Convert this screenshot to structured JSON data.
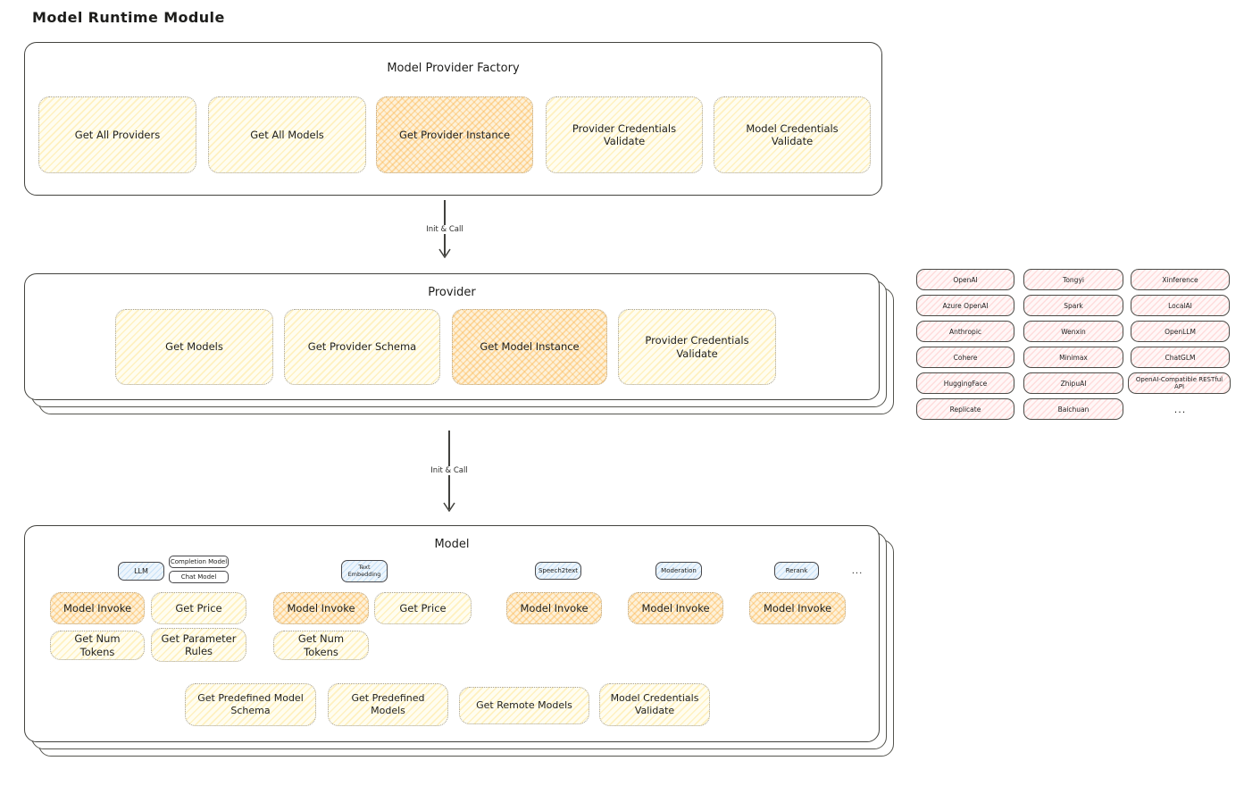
{
  "page_title": "Model Runtime Module",
  "colors": {
    "yellow_fill": "#fff4cf",
    "orange_fill": "#f9d9a2",
    "pink_fill": "#ffe3e3",
    "blue_fill": "#cfe7f8",
    "stroke": "#43433f"
  },
  "factory": {
    "title": "Model Provider Factory",
    "boxes": [
      {
        "label": "Get All Providers"
      },
      {
        "label": "Get All Models"
      },
      {
        "label": "Get Provider Instance"
      },
      {
        "label": "Provider Credentials Validate"
      },
      {
        "label": "Model Credentials Validate"
      }
    ]
  },
  "arrow1": {
    "label": "Init & Call"
  },
  "arrow2": {
    "label": "Init & Call"
  },
  "provider": {
    "title": "Provider",
    "boxes": [
      {
        "label": "Get Models"
      },
      {
        "label": "Get Provider Schema"
      },
      {
        "label": "Get Model Instance"
      },
      {
        "label": "Provider Credentials Validate"
      }
    ]
  },
  "vendors": {
    "col1": [
      "OpenAI",
      "Azure OpenAI",
      "Anthropic",
      "Cohere",
      "HuggingFace",
      "Replicate"
    ],
    "col2": [
      "Tongyi",
      "Spark",
      "Wenxin",
      "Minimax",
      "ZhipuAI",
      "Baichuan"
    ],
    "col3": [
      "Xinference",
      "LocalAI",
      "OpenLLM",
      "ChatGLM",
      "OpenAI-Compatible RESTful API"
    ],
    "more": "..."
  },
  "model": {
    "title": "Model",
    "more": "...",
    "groups": [
      {
        "tab": "LLM",
        "sub_tabs": [
          "Completion Model",
          "Chat Model"
        ],
        "ops": [
          "Model Invoke",
          "Get Price",
          "Get Num Tokens",
          "Get Parameter Rules"
        ]
      },
      {
        "tab": "Text Embedding",
        "ops": [
          "Model Invoke",
          "Get Price",
          "Get Num Tokens"
        ]
      },
      {
        "tab": "Speech2text",
        "ops": [
          "Model Invoke"
        ]
      },
      {
        "tab": "Moderation",
        "ops": [
          "Model Invoke"
        ]
      },
      {
        "tab": "Rerank",
        "ops": [
          "Model Invoke"
        ]
      }
    ],
    "bottom": [
      "Get Predefined Model Schema",
      "Get Predefined Models",
      "Get Remote Models",
      "Model Credentials Validate"
    ]
  }
}
